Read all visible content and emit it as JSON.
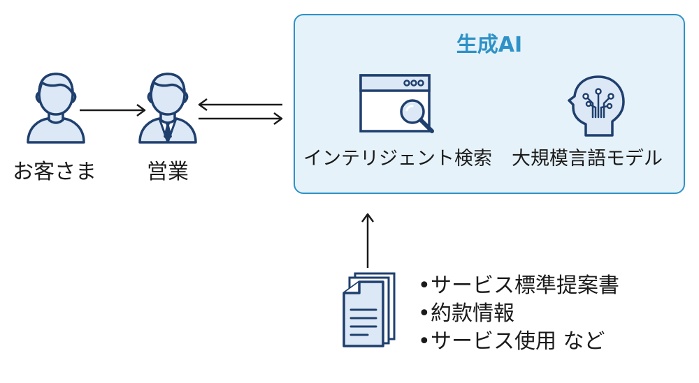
{
  "customer": {
    "label": "お客さま",
    "icon": "customer-person-icon"
  },
  "sales": {
    "label": "営業",
    "icon": "salesperson-icon"
  },
  "generative_ai": {
    "title": "生成AI",
    "components": [
      {
        "label": "インテリジェント検索",
        "icon": "search-window-icon"
      },
      {
        "label": "大規模言語モデル",
        "icon": "ai-brain-icon"
      }
    ]
  },
  "documents": {
    "icon": "document-stack-icon",
    "items": [
      "サービス標準提案書",
      "約款情報",
      "サービス使用 など"
    ]
  },
  "colors": {
    "accent": "#2e92c7",
    "box_background": "#e6f2f9",
    "icon_fill": "#dce8f5",
    "icon_stroke": "#1f3f6e"
  }
}
